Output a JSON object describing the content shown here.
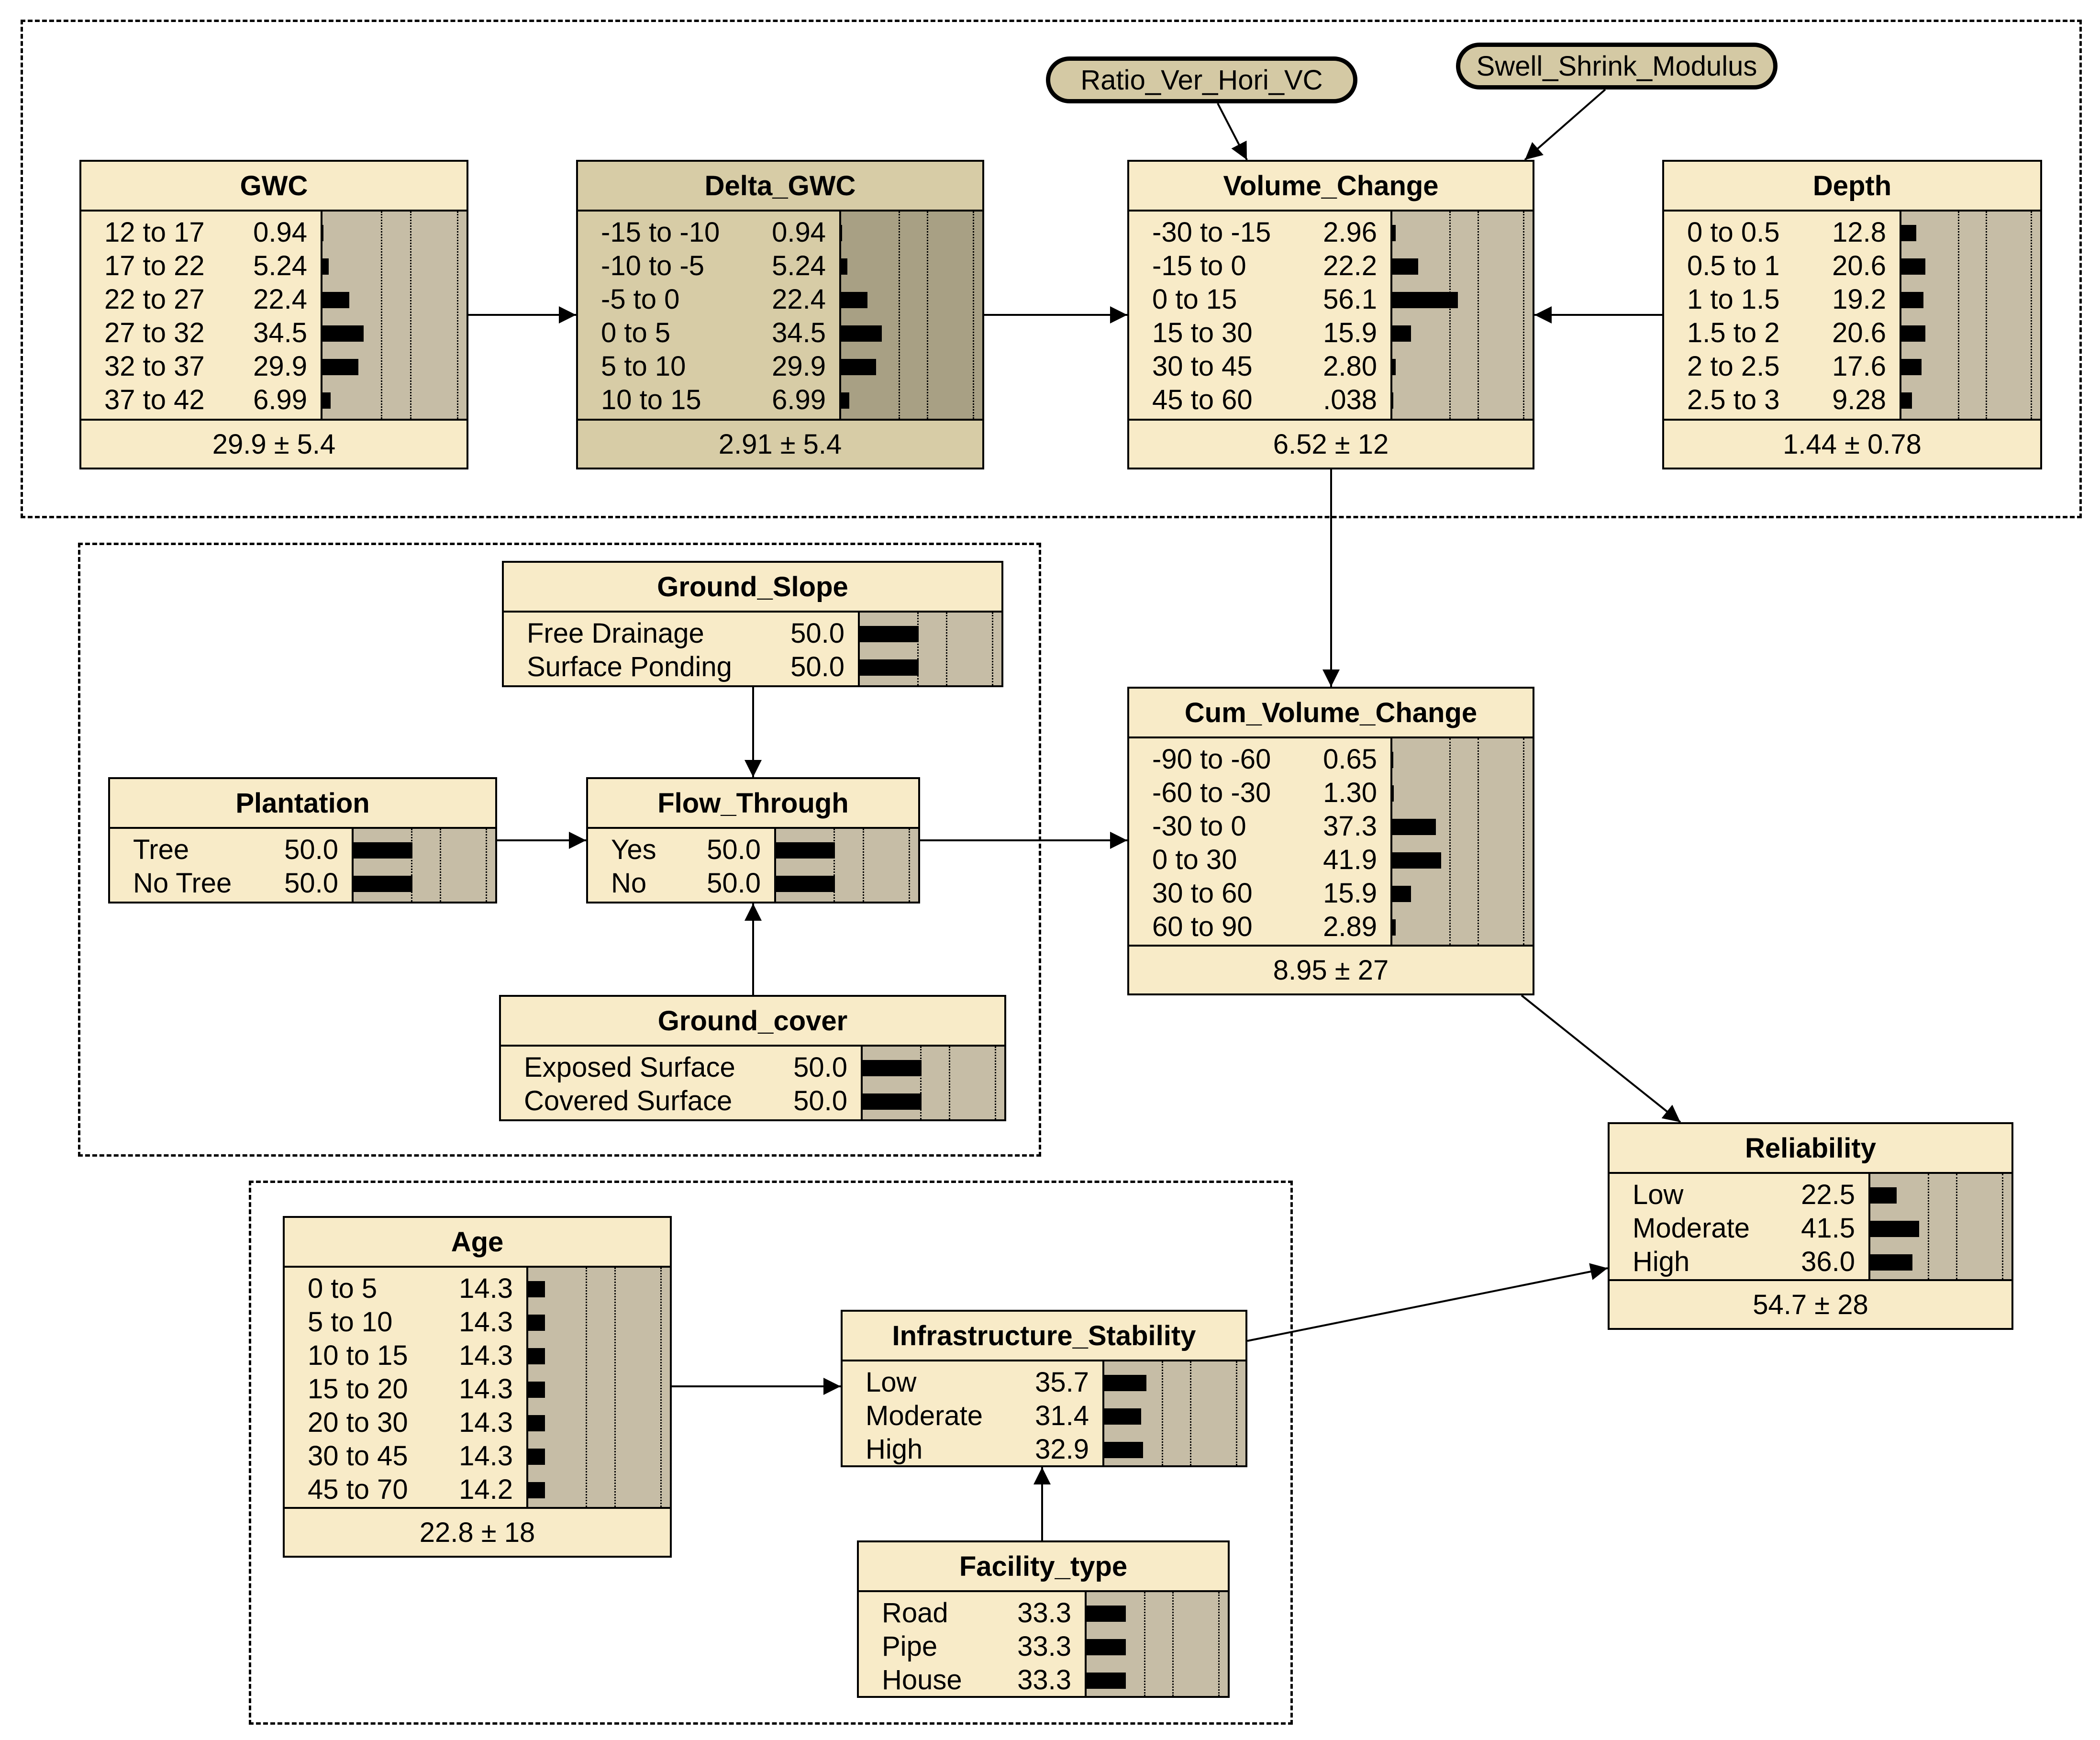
{
  "nodes": {
    "gwc": {
      "title": "GWC",
      "states": [
        {
          "label": "12 to 17",
          "value": "0.94",
          "pct": 0.94
        },
        {
          "label": "17 to 22",
          "value": "5.24",
          "pct": 5.24
        },
        {
          "label": "22 to 27",
          "value": "22.4",
          "pct": 22.4
        },
        {
          "label": "27 to 32",
          "value": "34.5",
          "pct": 34.5
        },
        {
          "label": "32 to 37",
          "value": "29.9",
          "pct": 29.9
        },
        {
          "label": "37 to 42",
          "value": "6.99",
          "pct": 6.99
        }
      ],
      "summary": "29.9 ± 5.4"
    },
    "delta_gwc": {
      "title": "Delta_GWC",
      "states": [
        {
          "label": "-15 to -10",
          "value": "0.94",
          "pct": 0.94
        },
        {
          "label": "-10 to -5",
          "value": "5.24",
          "pct": 5.24
        },
        {
          "label": "-5 to 0",
          "value": "22.4",
          "pct": 22.4
        },
        {
          "label": "0 to 5",
          "value": "34.5",
          "pct": 34.5
        },
        {
          "label": "5 to 10",
          "value": "29.9",
          "pct": 29.9
        },
        {
          "label": "10 to 15",
          "value": "6.99",
          "pct": 6.99
        }
      ],
      "summary": "2.91 ± 5.4"
    },
    "volume_change": {
      "title": "Volume_Change",
      "states": [
        {
          "label": "-30 to -15",
          "value": "2.96",
          "pct": 2.96
        },
        {
          "label": "-15 to 0",
          "value": "22.2",
          "pct": 22.2
        },
        {
          "label": "0 to 15",
          "value": "56.1",
          "pct": 56.1
        },
        {
          "label": "15 to 30",
          "value": "15.9",
          "pct": 15.9
        },
        {
          "label": "30 to 45",
          "value": "2.80",
          "pct": 2.8
        },
        {
          "label": "45 to 60",
          "value": ".038",
          "pct": 0.038
        }
      ],
      "summary": "6.52 ± 12"
    },
    "depth": {
      "title": "Depth",
      "states": [
        {
          "label": "0 to 0.5",
          "value": "12.8",
          "pct": 12.8
        },
        {
          "label": "0.5 to 1",
          "value": "20.6",
          "pct": 20.6
        },
        {
          "label": "1 to 1.5",
          "value": "19.2",
          "pct": 19.2
        },
        {
          "label": "1.5 to 2",
          "value": "20.6",
          "pct": 20.6
        },
        {
          "label": "2 to 2.5",
          "value": "17.6",
          "pct": 17.6
        },
        {
          "label": "2.5 to 3",
          "value": "9.28",
          "pct": 9.28
        }
      ],
      "summary": "1.44 ± 0.78"
    },
    "ground_slope": {
      "title": "Ground_Slope",
      "states": [
        {
          "label": "Free Drainage",
          "value": "50.0",
          "pct": 50.0
        },
        {
          "label": "Surface Ponding",
          "value": "50.0",
          "pct": 50.0
        }
      ],
      "summary": ""
    },
    "plantation": {
      "title": "Plantation",
      "states": [
        {
          "label": "Tree",
          "value": "50.0",
          "pct": 50.0
        },
        {
          "label": "No Tree",
          "value": "50.0",
          "pct": 50.0
        }
      ],
      "summary": ""
    },
    "flow_through": {
      "title": "Flow_Through",
      "states": [
        {
          "label": "Yes",
          "value": "50.0",
          "pct": 50.0
        },
        {
          "label": "No",
          "value": "50.0",
          "pct": 50.0
        }
      ],
      "summary": ""
    },
    "ground_cover": {
      "title": "Ground_cover",
      "states": [
        {
          "label": "Exposed Surface",
          "value": "50.0",
          "pct": 50.0
        },
        {
          "label": "Covered Surface",
          "value": "50.0",
          "pct": 50.0
        }
      ],
      "summary": ""
    },
    "cum_volume_change": {
      "title": "Cum_Volume_Change",
      "states": [
        {
          "label": "-90 to -60",
          "value": "0.65",
          "pct": 0.65
        },
        {
          "label": "-60 to -30",
          "value": "1.30",
          "pct": 1.3
        },
        {
          "label": "-30 to 0",
          "value": "37.3",
          "pct": 37.3
        },
        {
          "label": "0 to 30",
          "value": "41.9",
          "pct": 41.9
        },
        {
          "label": "30 to 60",
          "value": "15.9",
          "pct": 15.9
        },
        {
          "label": "60 to 90",
          "value": "2.89",
          "pct": 2.89
        }
      ],
      "summary": "8.95 ± 27"
    },
    "reliability": {
      "title": "Reliability",
      "states": [
        {
          "label": "Low",
          "value": "22.5",
          "pct": 22.5
        },
        {
          "label": "Moderate",
          "value": "41.5",
          "pct": 41.5
        },
        {
          "label": "High",
          "value": "36.0",
          "pct": 36.0
        }
      ],
      "summary": "54.7 ± 28"
    },
    "age": {
      "title": "Age",
      "states": [
        {
          "label": "0 to 5",
          "value": "14.3",
          "pct": 14.3
        },
        {
          "label": "5 to 10",
          "value": "14.3",
          "pct": 14.3
        },
        {
          "label": "10 to 15",
          "value": "14.3",
          "pct": 14.3
        },
        {
          "label": "15 to 20",
          "value": "14.3",
          "pct": 14.3
        },
        {
          "label": "20 to 30",
          "value": "14.3",
          "pct": 14.3
        },
        {
          "label": "30 to 45",
          "value": "14.3",
          "pct": 14.3
        },
        {
          "label": "45 to 70",
          "value": "14.2",
          "pct": 14.2
        }
      ],
      "summary": "22.8 ± 18"
    },
    "infrastructure_stability": {
      "title": "Infrastructure_Stability",
      "states": [
        {
          "label": "Low",
          "value": "35.7",
          "pct": 35.7
        },
        {
          "label": "Moderate",
          "value": "31.4",
          "pct": 31.4
        },
        {
          "label": "High",
          "value": "32.9",
          "pct": 32.9
        }
      ],
      "summary": ""
    },
    "facility_type": {
      "title": "Facility_type",
      "states": [
        {
          "label": "Road",
          "value": "33.3",
          "pct": 33.3
        },
        {
          "label": "Pipe",
          "value": "33.3",
          "pct": 33.3
        },
        {
          "label": "House",
          "value": "33.3",
          "pct": 33.3
        }
      ],
      "summary": ""
    }
  },
  "constants": {
    "ratio_ver_hori_vc": "Ratio_Ver_Hori_VC",
    "swell_shrink_modulus": "Swell_Shrink_Modulus"
  },
  "edges": [
    [
      "gwc",
      "delta_gwc"
    ],
    [
      "delta_gwc",
      "volume_change"
    ],
    [
      "depth",
      "volume_change"
    ],
    [
      "ratio_ver_hori_vc",
      "volume_change"
    ],
    [
      "swell_shrink_modulus",
      "volume_change"
    ],
    [
      "volume_change",
      "cum_volume_change"
    ],
    [
      "ground_slope",
      "flow_through"
    ],
    [
      "plantation",
      "flow_through"
    ],
    [
      "ground_cover",
      "flow_through"
    ],
    [
      "flow_through",
      "cum_volume_change"
    ],
    [
      "cum_volume_change",
      "reliability"
    ],
    [
      "age",
      "infrastructure_stability"
    ],
    [
      "facility_type",
      "infrastructure_stability"
    ],
    [
      "infrastructure_stability",
      "reliability"
    ]
  ]
}
